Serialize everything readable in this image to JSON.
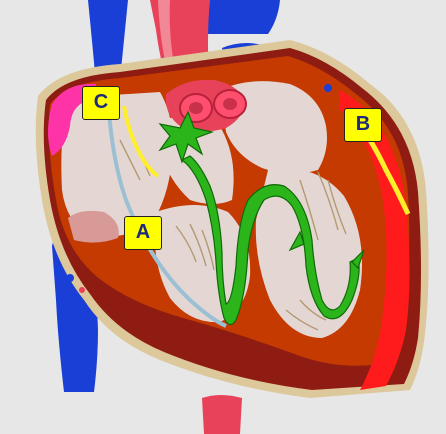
{
  "labels": {
    "a": "A",
    "b": "B",
    "c": "C"
  },
  "colors": {
    "background": "#e7e7e7",
    "label_background": "#ffff00",
    "label_text": "#1d2a7a",
    "vena_cava": "#1a3fd6",
    "aorta": "#e8425a",
    "myocardium": "#c43a00",
    "outer_wall": "#8e1c12",
    "pericardium": "#dcc89a",
    "chamber": "#e4d7d3",
    "conduction_system": "#2bb51b",
    "sa_node": "#ff33a8",
    "av_node_band": "#ff1b1b",
    "nerve_yellow": "#ffee2a"
  },
  "icons": {
    "diagram": "heart-conduction-system-icon"
  }
}
